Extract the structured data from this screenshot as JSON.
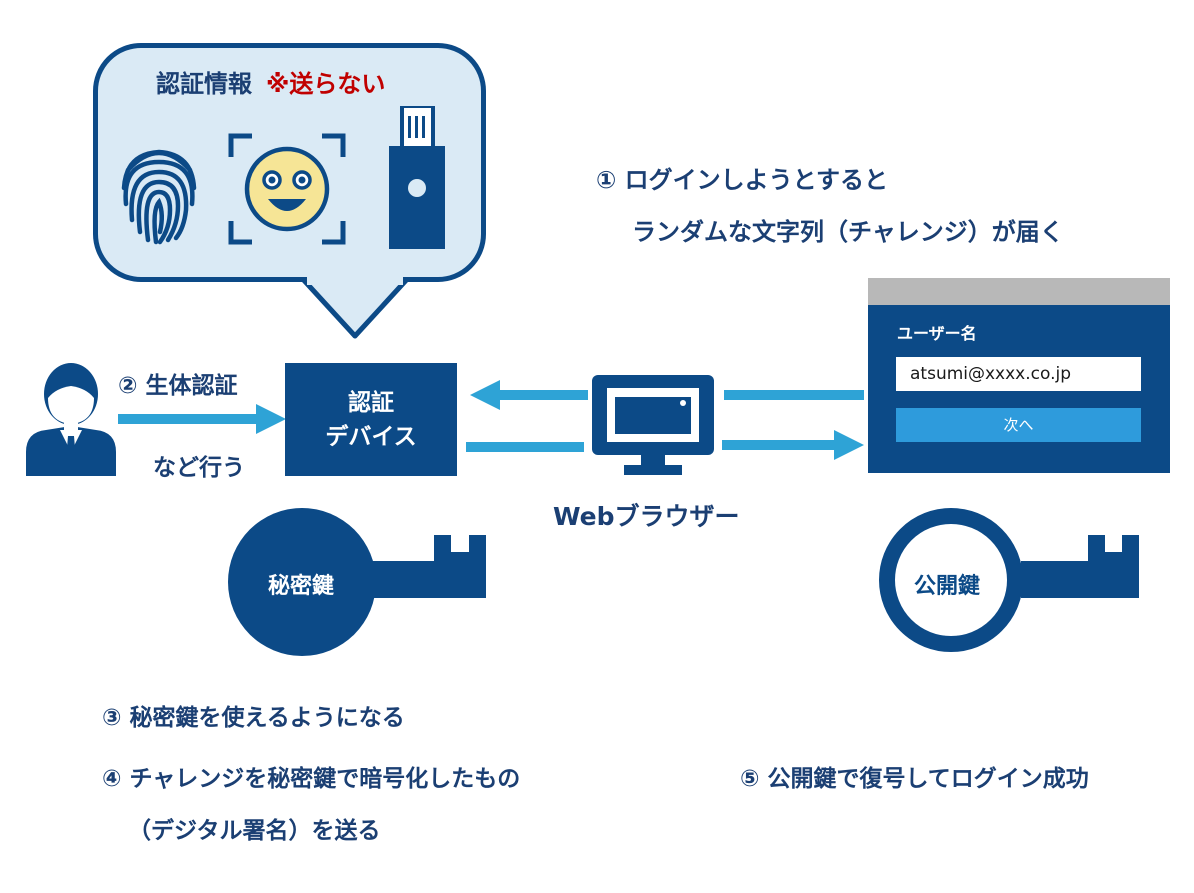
{
  "bubble": {
    "title": "認証情報",
    "title_note": "※送らない",
    "icons": [
      "fingerprint-icon",
      "face-icon",
      "security-key-icon"
    ]
  },
  "step1": {
    "line1": "① ログインしようとすると",
    "line2": "ランダムな文字列（チャレンジ）が届く"
  },
  "step2": {
    "line1": "② 生体認証",
    "line2": "など行う"
  },
  "device": {
    "line1": "認証",
    "line2": "デバイス"
  },
  "browser": {
    "label": "Webブラウザー"
  },
  "login": {
    "username_label": "ユーザー名",
    "username_value": "atsumi@xxxx.co.jp",
    "next_button": "次へ"
  },
  "keys": {
    "private": "秘密鍵",
    "public": "公開鍵"
  },
  "step3": "③ 秘密鍵を使えるようになる",
  "step4": {
    "line1": "④ チャレンジを秘密鍵で暗号化したもの",
    "line2": "（デジタル署名）を送る"
  },
  "step5": "⑤ 公開鍵で復号してログイン成功",
  "colors": {
    "navy": "#0c4a87",
    "light_blue": "#daeaf5",
    "arrow": "#2ea3d6",
    "button": "#2e9bdc",
    "red": "#c00000"
  }
}
